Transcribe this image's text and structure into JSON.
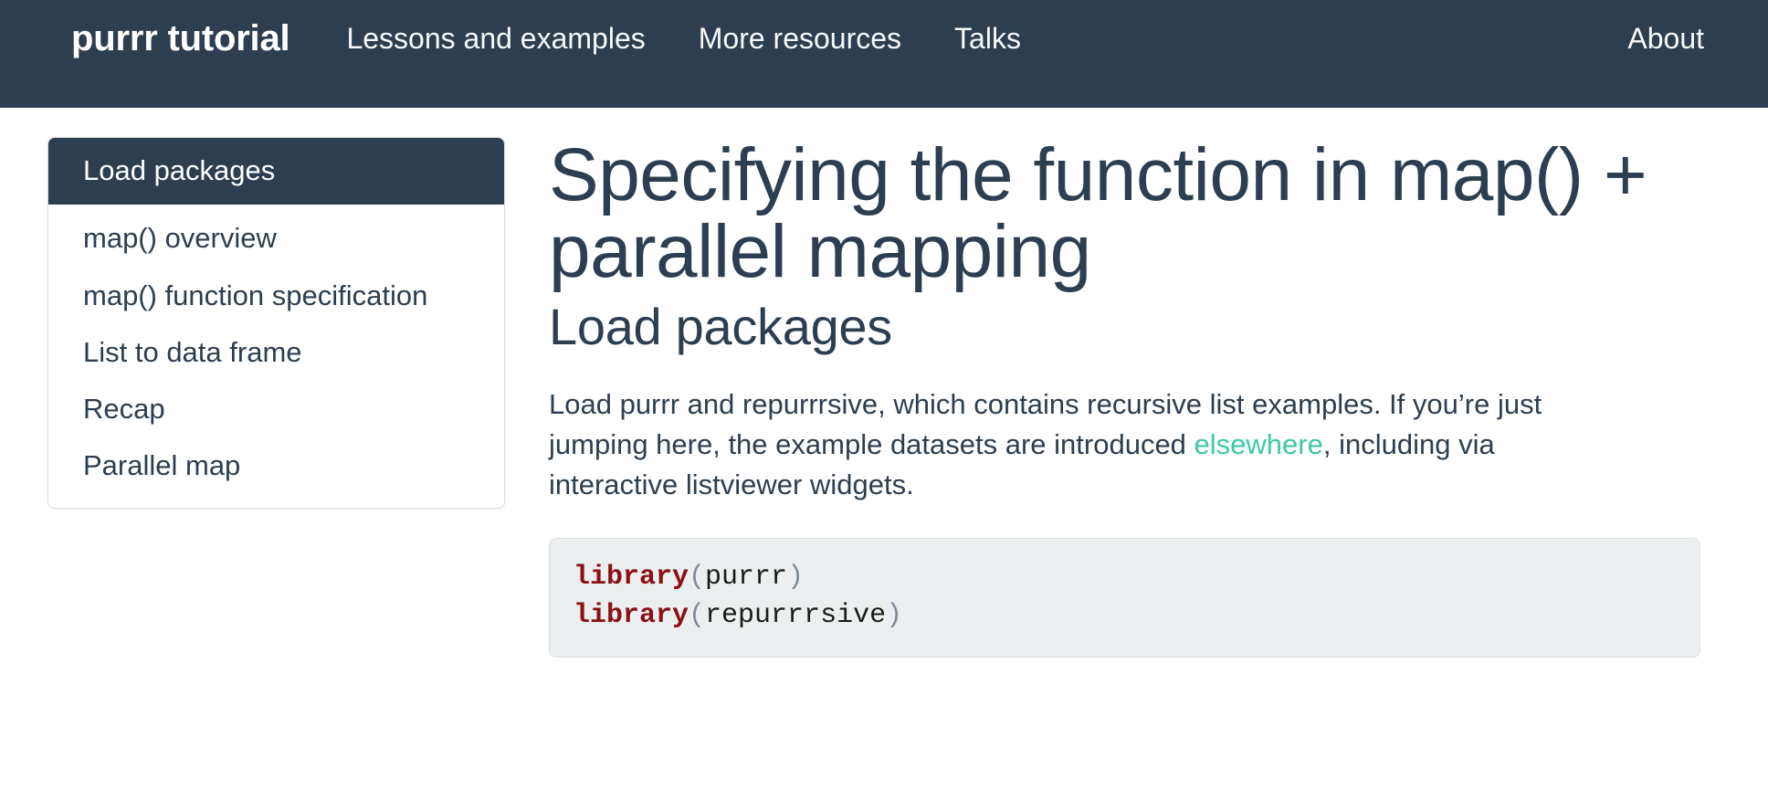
{
  "navbar": {
    "brand": "purrr tutorial",
    "links": [
      {
        "label": "Lessons and examples"
      },
      {
        "label": "More resources"
      },
      {
        "label": "Talks"
      }
    ],
    "right_links": [
      {
        "label": "About"
      }
    ],
    "background_color": "#2d3e50",
    "text_color": "#ffffff"
  },
  "sidebar": {
    "items": [
      {
        "label": "Load packages",
        "active": true
      },
      {
        "label": "map() overview",
        "active": false
      },
      {
        "label": "map() function specification",
        "active": false
      },
      {
        "label": "List to data frame",
        "active": false
      },
      {
        "label": "Recap",
        "active": false
      },
      {
        "label": "Parallel map",
        "active": false
      }
    ],
    "active_background": "#2d3e50",
    "active_text_color": "#ffffff"
  },
  "main": {
    "page_title": "Specifying the function in map() + parallel mapping",
    "section_title": "Load packages",
    "paragraph": {
      "before_link": "Load purrr and repurrrsive, which contains recursive list examples. If you’re just jumping here, the example datasets are introduced ",
      "link_text": "elsewhere",
      "after_link": ", including via interactive listviewer widgets.",
      "link_color": "#3ec9a7"
    },
    "code_block": {
      "language": "r",
      "background_color": "#eceff0",
      "lines": [
        {
          "fn": "library",
          "open": "(",
          "arg": "purrr",
          "close": ")"
        },
        {
          "fn": "library",
          "open": "(",
          "arg": "repurrrsive",
          "close": ")"
        }
      ],
      "function_color": "#8b1015",
      "paren_color": "#7d8b99"
    }
  }
}
